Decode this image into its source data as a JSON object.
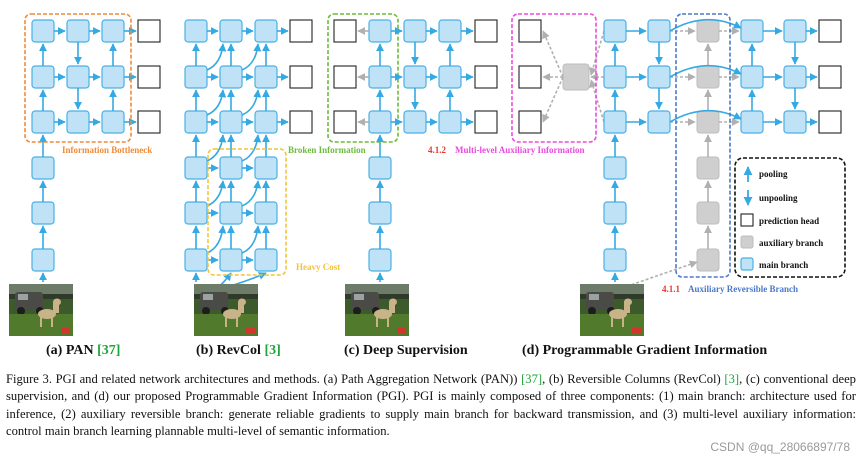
{
  "figure": {
    "label_information_bottleneck": "Information Bottleneck",
    "label_heavy_cost": "Heavy Cost",
    "label_broken_information": "Broken Information",
    "label_multi_level_number": "4.1.2",
    "label_multi_level_text": "Multi-level Auxiliary Information",
    "label_reversible_number": "4.1.1",
    "label_reversible_text": "Auxiliary Reversible Branch",
    "colors": {
      "main_fill": "#bfe2f6",
      "main_stroke": "#49b0e5",
      "aux_fill": "#cfcfcf",
      "orange": "#ee8b3a",
      "yellow": "#f3c43a",
      "green": "#6dbb3b",
      "magenta": "#e84bde",
      "blue_dashed": "#4b79c8"
    }
  },
  "legend": {
    "items": [
      {
        "icon": "pooling-arrow-icon",
        "label": "pooling"
      },
      {
        "icon": "unpooling-arrow-icon",
        "label": "unpooling"
      },
      {
        "icon": "prediction-head-icon",
        "label": "prediction head"
      },
      {
        "icon": "auxiliary-branch-icon",
        "label": "auxiliary branch"
      },
      {
        "icon": "main-branch-icon",
        "label": "main branch"
      }
    ]
  },
  "subcaptions": {
    "a_label": "(a) PAN",
    "a_ref": "[37]",
    "b_label": "(b) RevCol",
    "b_ref": "[3]",
    "c_label": "(c) Deep Supervision",
    "d_label": "(d) Programmable Gradient Information"
  },
  "caption": {
    "p1": "Figure 3.  PGI and related network architectures and methods.  (a) Path Aggregation Network (PAN)) ",
    "r1": "[37]",
    "p2": ", (b) Reversible Columns (RevCol) ",
    "r2": "[3]",
    "p3": ", (c) conventional deep supervision, and (d) our proposed Programmable Gradient Information (PGI). PGI is mainly composed of three components: (1) main branch: architecture used for inference, (2) auxiliary reversible branch: generate reliable gradients to supply main branch for backward transmission, and (3) multi-level auxiliary information: control main branch learning plannable multi-level of semantic information."
  },
  "watermark": "CSDN @qq_28066897/78"
}
